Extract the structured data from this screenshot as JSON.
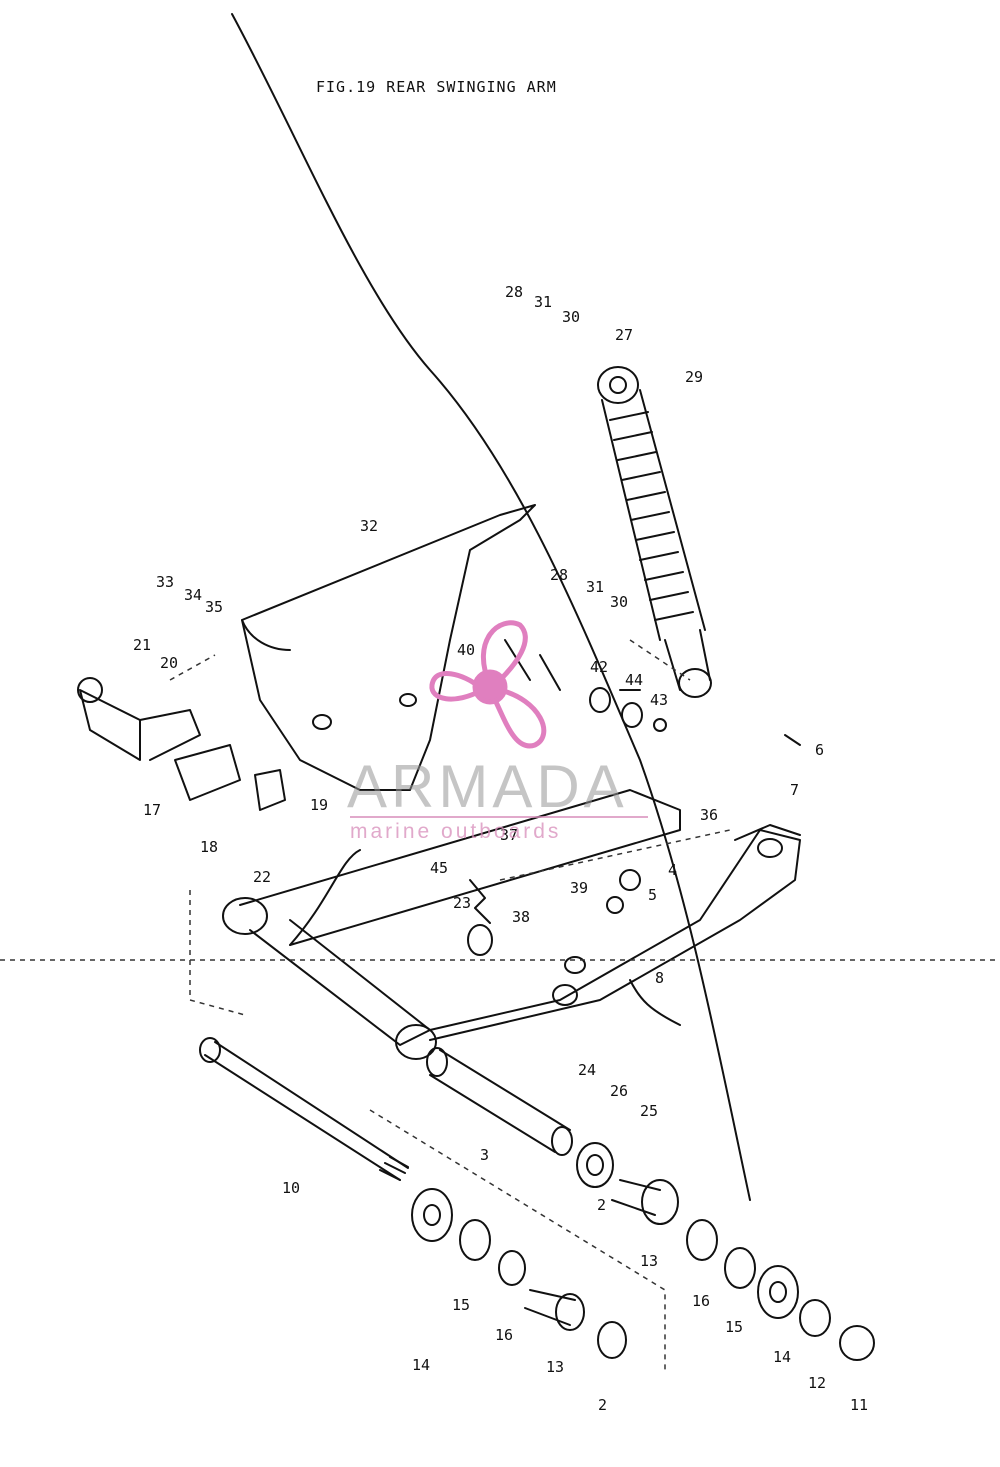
{
  "figure": {
    "title": "FIG.19 REAR SWINGING ARM"
  },
  "watermark": {
    "brand": "ARMADA",
    "tagline": "marine outboards",
    "accent_color": "#e07fbf",
    "text_color": "#8a8a8a"
  },
  "parts": [
    "2",
    "2",
    "3",
    "4",
    "5",
    "6",
    "7",
    "8",
    "10",
    "11",
    "12",
    "13",
    "13",
    "14",
    "14",
    "15",
    "15",
    "16",
    "16",
    "17",
    "18",
    "19",
    "20",
    "21",
    "22",
    "23",
    "24",
    "25",
    "26",
    "27",
    "28",
    "28",
    "29",
    "30",
    "30",
    "31",
    "31",
    "32",
    "33",
    "34",
    "35",
    "36",
    "37",
    "38",
    "39",
    "40",
    "42",
    "43",
    "44",
    "45"
  ]
}
